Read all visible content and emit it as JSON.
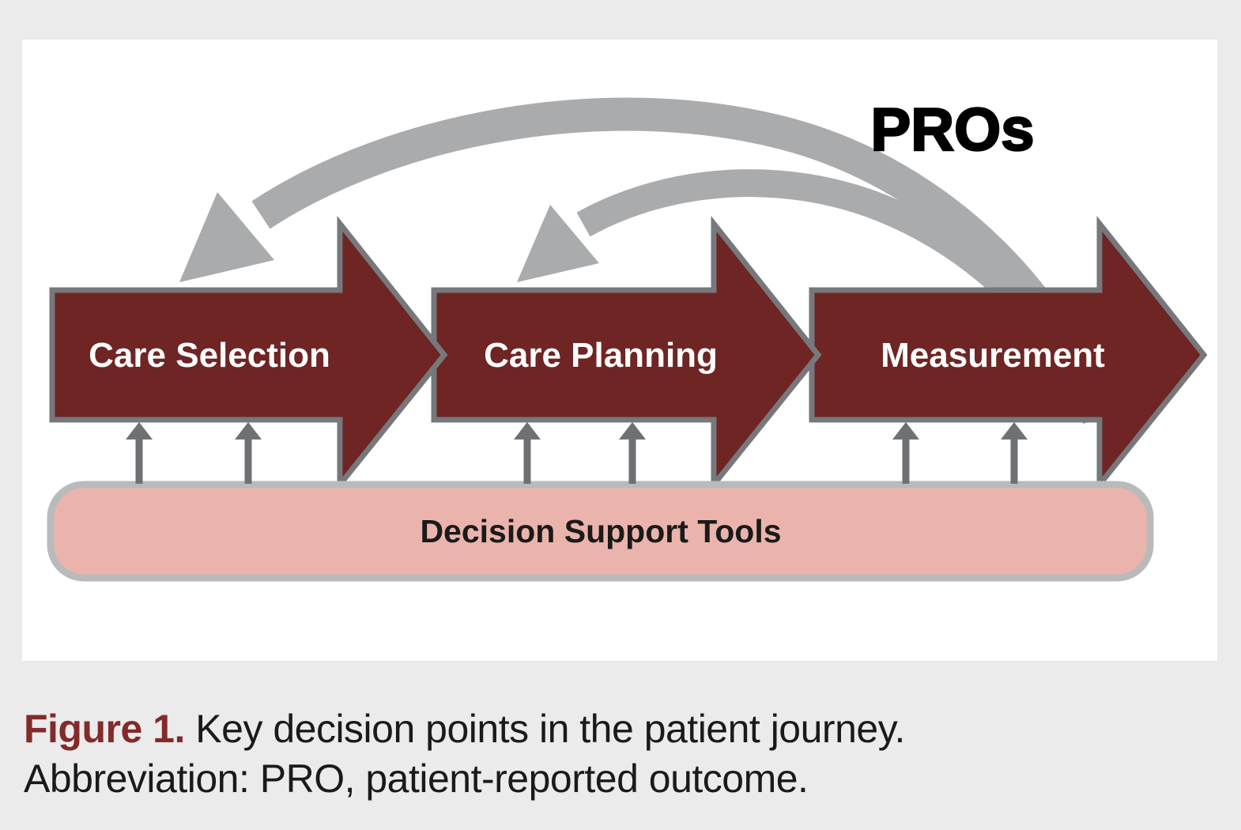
{
  "figure": {
    "pros_label": "PROs",
    "stages": [
      {
        "label": "Care Selection"
      },
      {
        "label": "Care Planning"
      },
      {
        "label": "Measurement"
      }
    ],
    "support_box_label": "Decision Support Tools"
  },
  "caption": {
    "label": "Figure 1.",
    "title": "Key decision points in the patient journey.",
    "abbreviation": "Abbreviation: PRO, patient-reported outcome."
  },
  "colors": {
    "page_background": "#EBEBEB",
    "panel_background": "#FFFFFF",
    "arrow_fill": "#6E2523",
    "arrow_outline": "#77787B",
    "arrow_text": "#FFFFFF",
    "feedback_arc_gray": "#A9ABAD",
    "support_arrow_gray": "#6F7073",
    "support_box_fill": "#EAB4AC",
    "support_box_outline": "#B9BABC",
    "caption_accent": "#832A2B",
    "caption_text": "#1A1A1A",
    "pros_text": "#000000"
  }
}
